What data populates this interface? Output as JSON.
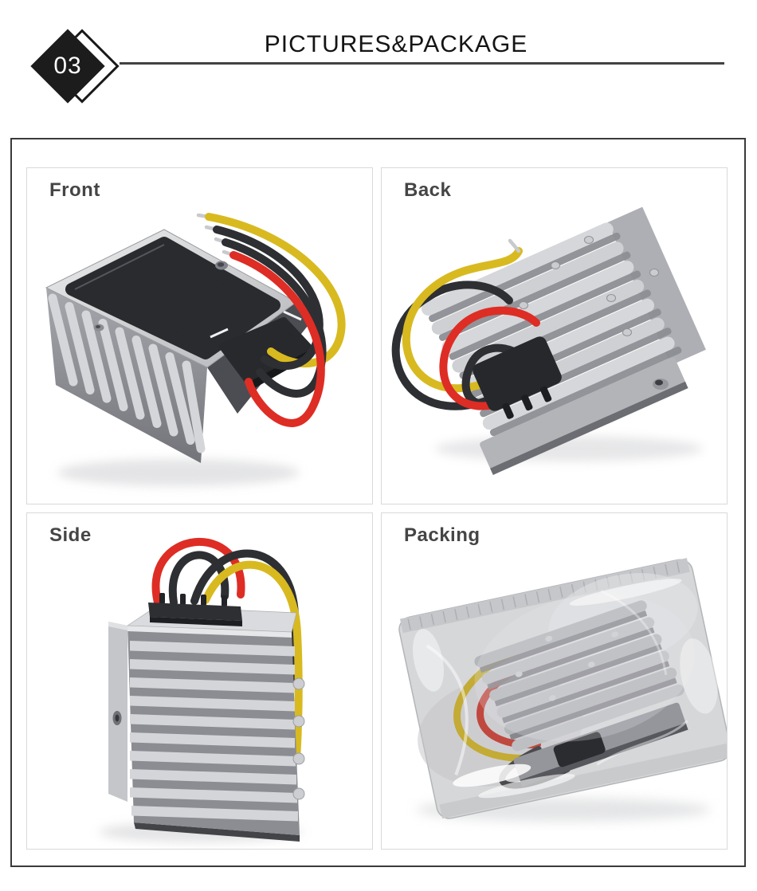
{
  "header": {
    "section_number": "03",
    "title": "PICTURES&PACKAGE"
  },
  "gallery": {
    "panels": [
      {
        "id": "front",
        "label": "Front"
      },
      {
        "id": "back",
        "label": "Back"
      },
      {
        "id": "side",
        "label": "Side"
      },
      {
        "id": "packing",
        "label": "Packing"
      }
    ]
  },
  "palette": {
    "badge_black": "#1c1c1c",
    "header_rule": "#424242",
    "outer_border": "#3a3a3a",
    "panel_border": "#d9d9d9",
    "label_text": "#454545",
    "wire_red": "#de2d24",
    "wire_yellow": "#d8ba20",
    "wire_black": "#2e2f33",
    "metal_light": "#d5d6d9",
    "metal_dark": "#85878c",
    "plate_black": "#2a2b2e"
  }
}
